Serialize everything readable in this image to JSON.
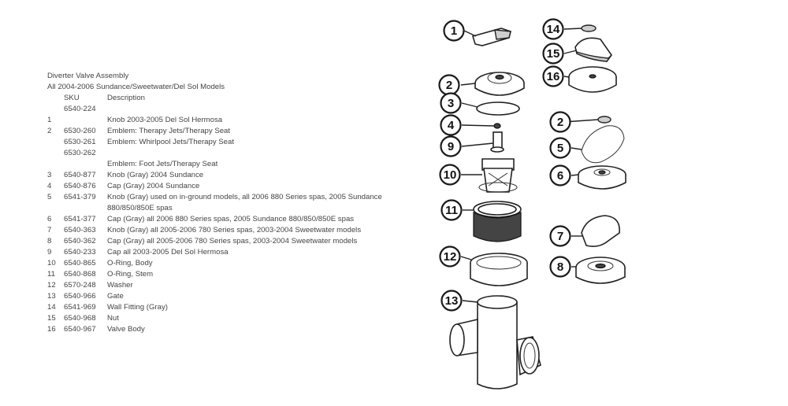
{
  "title": "Diverter Valve Assembly",
  "subtitle": "All 2004-2006 Sundance/Sweetwater/Del Sol Models",
  "columns": {
    "sku": "SKU",
    "description": "Description"
  },
  "rows": [
    {
      "num": "1",
      "sku": "6540-224",
      "desc": "Knob 2003-2005 Del Sol Hermosa"
    },
    {
      "num": "2",
      "sku": "6530-260",
      "desc": "Emblem: Therapy Jets/Therapy Seat"
    },
    {
      "num": "",
      "sku": "6530-261",
      "desc": "Emblem: Whirlpool Jets/Therapy Seat"
    },
    {
      "num": "",
      "sku": "6530-262",
      "desc": "Emblem: Foot Jets/Therapy Seat"
    },
    {
      "num": "3",
      "sku": "6540-877",
      "desc": "Knob (Gray) 2004 Sundance"
    },
    {
      "num": "4",
      "sku": "6540-876",
      "desc": "Cap (Gray) 2004 Sundance"
    },
    {
      "num": "5",
      "sku": "6541-379",
      "desc": "Knob (Gray) used on in-ground models, all 2006 880 Series spas, 2005 Sundance 880/850/850E spas"
    },
    {
      "num": "6",
      "sku": "6541-377",
      "desc": "Cap (Gray) all 2006 880 Series spas, 2005 Sundance 880/850/850E spas"
    },
    {
      "num": "7",
      "sku": "6540-363",
      "desc": "Knob (Gray) all 2005-2006 780 Series spas, 2003-2004 Sweetwater models"
    },
    {
      "num": "8",
      "sku": "6540-362",
      "desc": "Cap (Gray) all 2005-2006 780 Series spas, 2003-2004 Sweetwater models"
    },
    {
      "num": "9",
      "sku": "6540-233",
      "desc": "Cap all 2003-2005 Del Sol Hermosa"
    },
    {
      "num": "10",
      "sku": "6540-865",
      "desc": "O-Ring, Body"
    },
    {
      "num": "11",
      "sku": "6540-868",
      "desc": "O-Ring, Stem"
    },
    {
      "num": "12",
      "sku": "6570-248",
      "desc": "Washer"
    },
    {
      "num": "13",
      "sku": "6540-966",
      "desc": "Gate"
    },
    {
      "num": "14",
      "sku": "6541-969",
      "desc": "Wall Fitting (Gray)"
    },
    {
      "num": "15",
      "sku": "6540-968",
      "desc": "Nut"
    },
    {
      "num": "16",
      "sku": "6540-967",
      "desc": "Valve Body"
    }
  ],
  "callouts": [
    "1",
    "2",
    "3",
    "4",
    "9",
    "10",
    "11",
    "12",
    "13",
    "14",
    "15",
    "16",
    "2",
    "5",
    "6",
    "7",
    "8"
  ]
}
